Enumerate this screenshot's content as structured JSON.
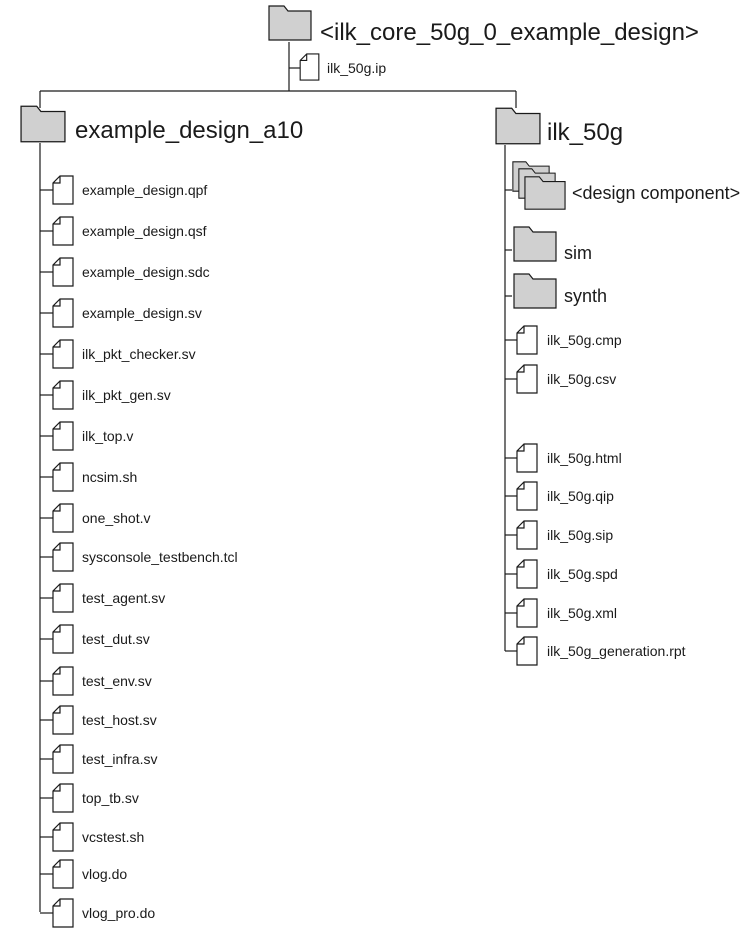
{
  "root": {
    "label": "<ilk_core_50g_0_example_design>",
    "icon": "folder-icon"
  },
  "root_file": {
    "label": "ilk_50g.ip",
    "icon": "file-icon"
  },
  "left_folder": {
    "label": "example_design_a10",
    "icon": "folder-icon",
    "files": [
      "example_design.qpf",
      "example_design.qsf",
      "example_design.sdc",
      "example_design.sv",
      "ilk_pkt_checker.sv",
      "ilk_pkt_gen.sv",
      "ilk_top.v",
      "ncsim.sh",
      "one_shot.v",
      "sysconsole_testbench.tcl",
      "test_agent.sv",
      "test_dut.sv",
      "test_env.sv",
      "test_host.sv",
      "test_infra.sv",
      "top_tb.sv",
      "vcstest.sh",
      "vlog.do",
      "vlog_pro.do"
    ]
  },
  "right_folder": {
    "label": "ilk_50g",
    "icon": "folder-icon",
    "subfolders": [
      {
        "label": "<design component>",
        "icon": "multi-folder-icon"
      },
      {
        "label": "sim",
        "icon": "folder-icon"
      },
      {
        "label": "synth",
        "icon": "folder-icon"
      }
    ],
    "files": [
      "ilk_50g.cmp",
      "ilk_50g.csv",
      "ilk_50g.html",
      "ilk_50g.qip",
      "ilk_50g.sip",
      "ilk_50g.spd",
      "ilk_50g.xml",
      "ilk_50g_generation.rpt"
    ]
  }
}
